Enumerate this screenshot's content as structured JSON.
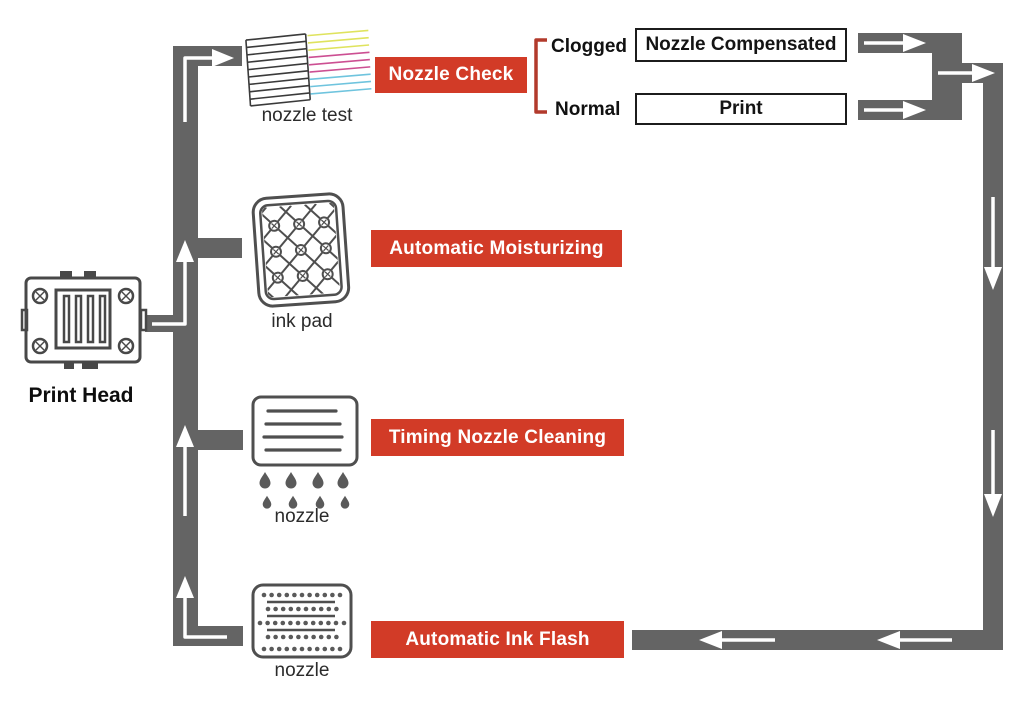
{
  "diagram": {
    "source": {
      "label": "Print Head"
    },
    "branches": [
      {
        "caption": "nozzle test",
        "action": "Nozzle Check"
      },
      {
        "caption": "ink pad",
        "action": "Automatic Moisturizing"
      },
      {
        "caption": "nozzle",
        "action": "Timing Nozzle Cleaning"
      },
      {
        "caption": "nozzle",
        "action": "Automatic Ink Flash"
      }
    ],
    "decision": {
      "clogged_label": "Clogged",
      "normal_label": "Normal",
      "clogged_result": "Nozzle Compensated",
      "normal_result": "Print"
    },
    "colors": {
      "pipe_gray": "#646464",
      "accent_red": "#d23b27",
      "bracket_red": "#b23a2c",
      "icon_gray": "#4f4f4f",
      "stripe_yellow": "#dfe35e",
      "stripe_magenta": "#cc4f92",
      "stripe_cyan": "#6fc4de"
    }
  }
}
